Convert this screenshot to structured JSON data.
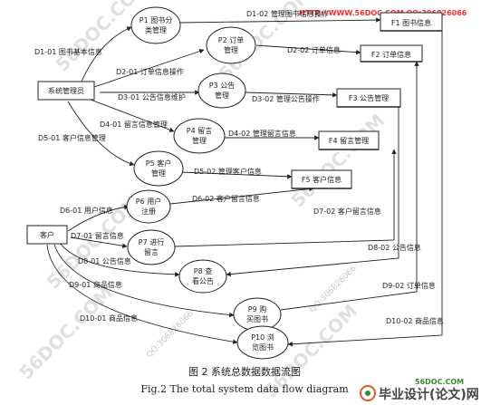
{
  "watermark": {
    "site_text": "56DOC.COM",
    "qq_text": "QQ:306826066",
    "banner": "HTTP://WWW.56DOC.COM QQ:306826066",
    "brand_site": "56DOC.COM",
    "brand_name": "毕业设计(论文)网"
  },
  "caption": {
    "cn": "图 2    系统总数据数据流图",
    "en": "Fig.2     The total system data flow diagram"
  },
  "entities": [
    {
      "id": "admin",
      "label": "系统管理员"
    },
    {
      "id": "customer",
      "label": "客户"
    }
  ],
  "processes": [
    {
      "id": "p1",
      "lines": [
        "P1 图书分",
        "类管理"
      ]
    },
    {
      "id": "p2",
      "lines": [
        "P2 订单",
        "管理"
      ]
    },
    {
      "id": "p3",
      "lines": [
        "P3 公告",
        "管理"
      ]
    },
    {
      "id": "p4",
      "lines": [
        "P4 留言",
        "管理"
      ]
    },
    {
      "id": "p5",
      "lines": [
        "P5 客户",
        "管理"
      ]
    },
    {
      "id": "p6",
      "lines": [
        "P6 用户",
        "注册"
      ]
    },
    {
      "id": "p7",
      "lines": [
        "P7 进行",
        "留言"
      ]
    },
    {
      "id": "p8",
      "lines": [
        "P8 查",
        "看公告"
      ]
    },
    {
      "id": "p9",
      "lines": [
        "P9 购",
        "买图书"
      ]
    },
    {
      "id": "p10",
      "lines": [
        "P10 浏",
        "览图书"
      ]
    }
  ],
  "stores": [
    {
      "id": "f1",
      "label": "F1 图书信息"
    },
    {
      "id": "f2",
      "label": "F2 订单信息"
    },
    {
      "id": "f3",
      "label": "F3 公告管理"
    },
    {
      "id": "f4",
      "label": "F4 留言管理"
    },
    {
      "id": "f5",
      "label": "F5 客户信息"
    }
  ],
  "flows": [
    {
      "id": "d1_01",
      "label": "D1-01 图书基本信息"
    },
    {
      "id": "d1_02",
      "label": "D1-02 管理图书信息操作"
    },
    {
      "id": "d2_01",
      "label": "D2-01 订单信息操作"
    },
    {
      "id": "d2_02",
      "label": "D2-02 订单信息"
    },
    {
      "id": "d3_01",
      "label": "D3-01 公告信息维护"
    },
    {
      "id": "d3_02",
      "label": "D3-02 管理公告操作"
    },
    {
      "id": "d4_01",
      "label": "D4-01 留言信息管理"
    },
    {
      "id": "d4_02",
      "label": "D4-02 管理留言信息"
    },
    {
      "id": "d5_01",
      "label": "D5-01 客户信息管理"
    },
    {
      "id": "d5_02",
      "label": "D5-02 管理客户信息"
    },
    {
      "id": "d6_01",
      "label": "D6-01 用户信息"
    },
    {
      "id": "d6_02",
      "label": "D6-02 客户留言信息"
    },
    {
      "id": "d7_01",
      "label": "D7-01 留言信息"
    },
    {
      "id": "d7_02",
      "label": "D7-02 客户留言信息"
    },
    {
      "id": "d8_01",
      "label": "D8-01 公告信息"
    },
    {
      "id": "d8_02",
      "label": "D8-02 公告信息"
    },
    {
      "id": "d9_01",
      "label": "D9-01 商品信息"
    },
    {
      "id": "d9_02",
      "label": "D9-02 订单信息"
    },
    {
      "id": "d10_01",
      "label": "D10-01 商品信息"
    },
    {
      "id": "d10_02",
      "label": "D10-02 商品信息"
    }
  ]
}
